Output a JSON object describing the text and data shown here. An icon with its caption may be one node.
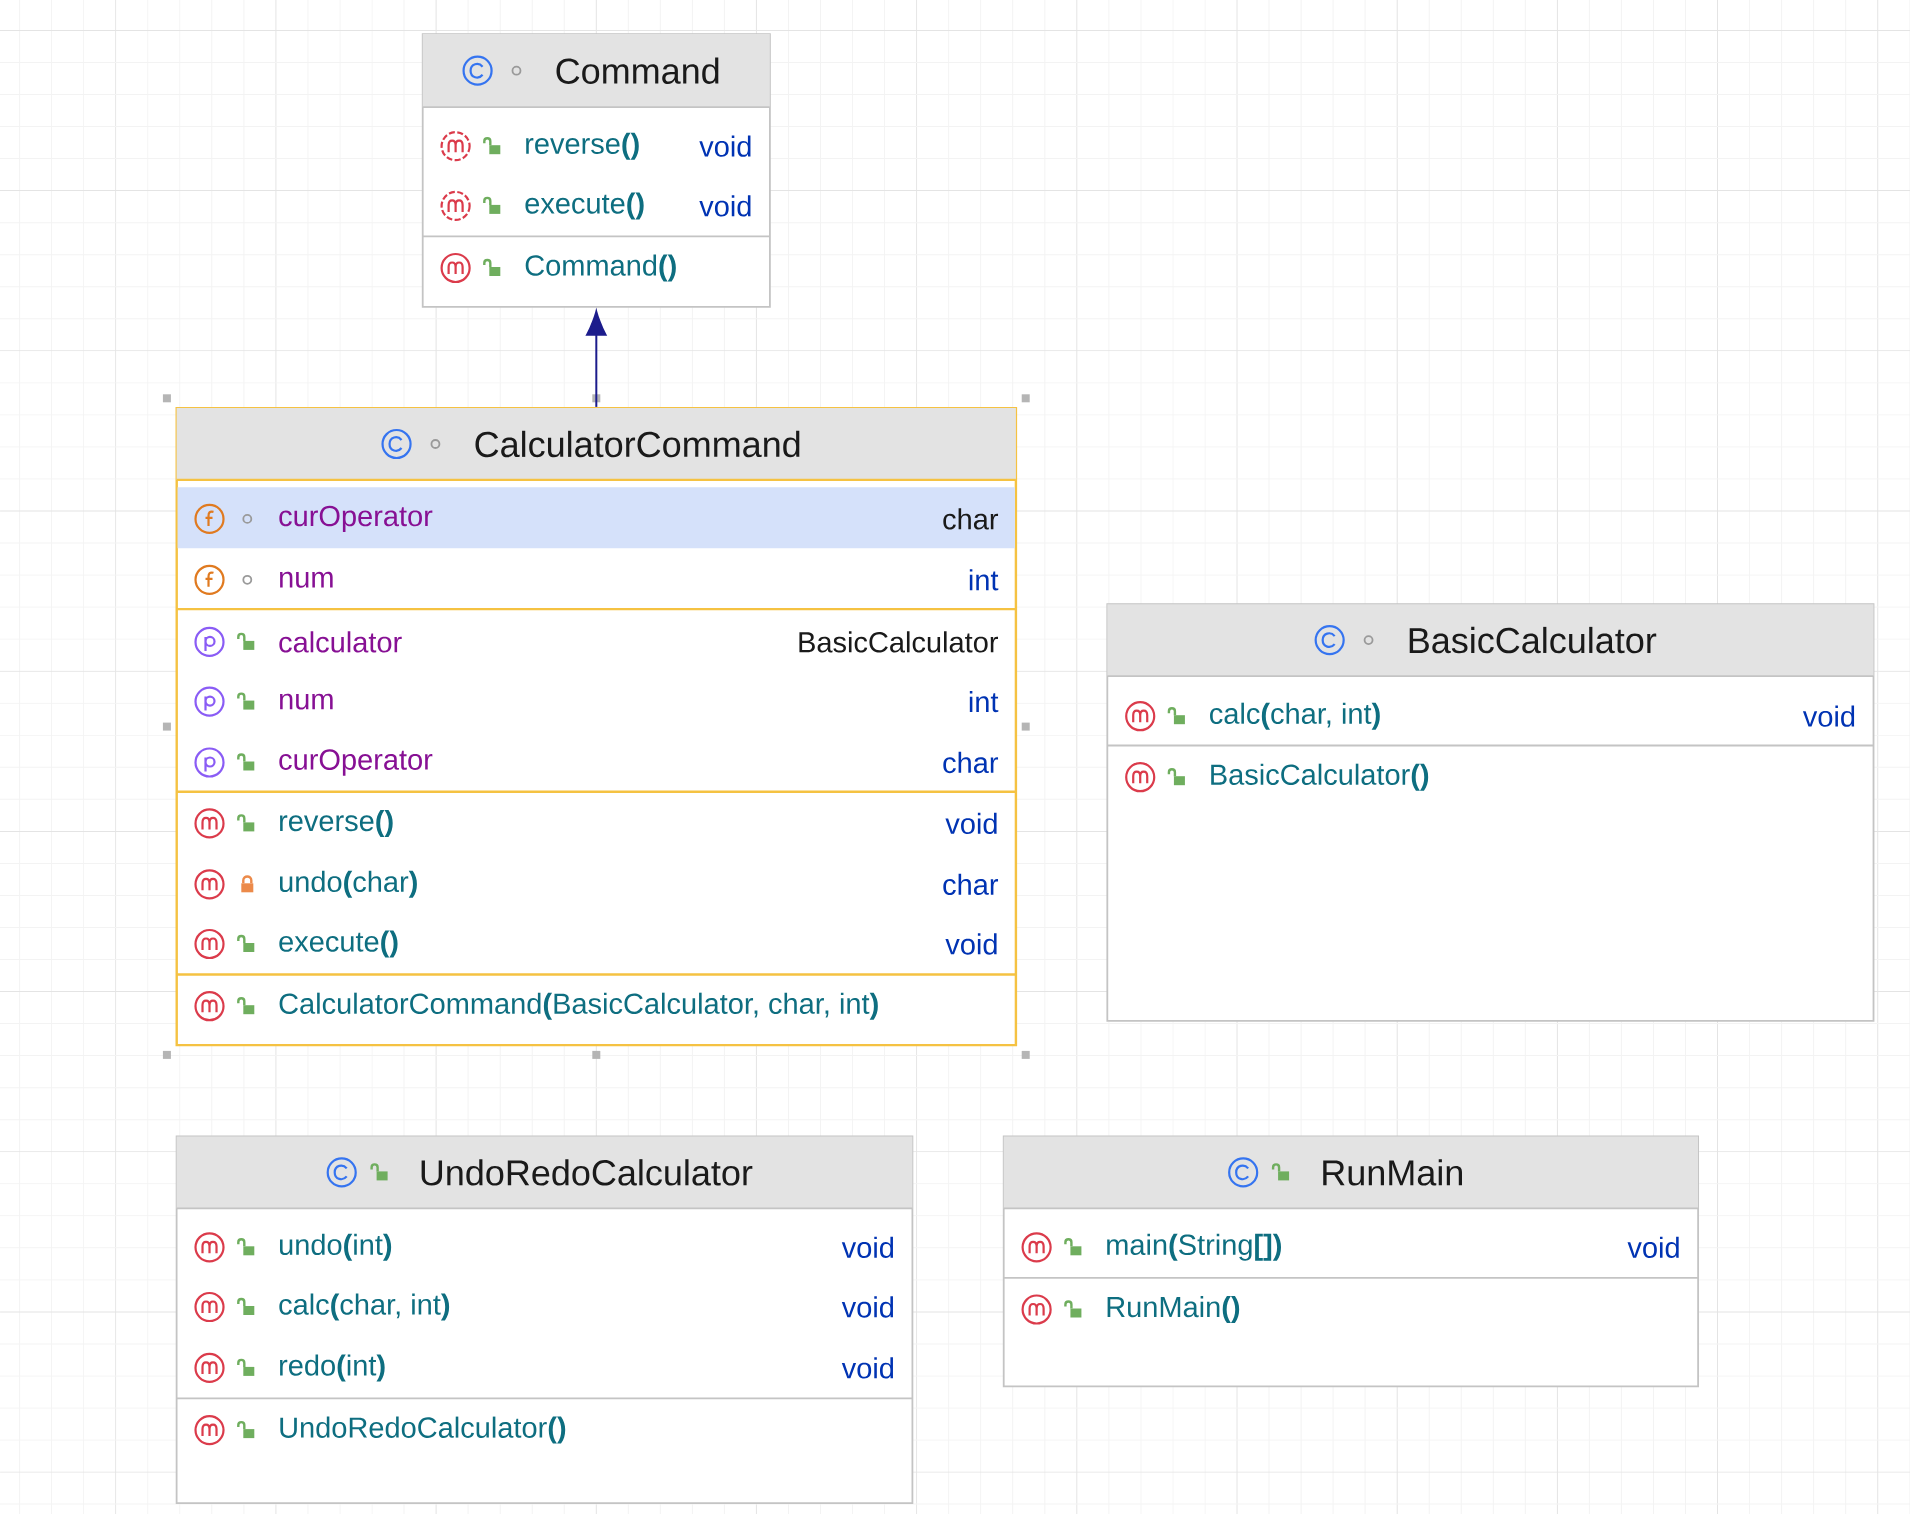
{
  "diagram": {
    "nodes": [
      {
        "text": [
          "Command",
          "reverse**()**",
          "void",
          "execute**()**",
          "void",
          "Command**()**"
        ]
      },
      {
        "text": [
          "CalculatorCommand",
          "curOperator",
          "char",
          "num",
          "int",
          "calculator",
          "BasicCalculator",
          "num",
          "int",
          "curOperator",
          "char",
          "reverse**()**",
          "void",
          "undo**(**char**)**",
          "char",
          "execute**()**",
          "void",
          "CalculatorCommand**(**BasicCalculator, char, int**)**"
        ]
      },
      {
        "text": [
          "BasicCalculator",
          "calc**(**char, int**)**",
          "void",
          "BasicCalculator**()**"
        ]
      },
      {
        "text": [
          "UndoRedoCalculator",
          "undo**(**int**)**",
          "void",
          "calc**(**char, int**)**",
          "void",
          "redo**(**int**)**",
          "void",
          "UndoRedoCalculator**()**"
        ]
      },
      {
        "text": [
          "RunMain",
          "main**(**String**[])**",
          "void",
          "RunMain**()**"
        ]
      }
    ],
    "edges": [
      {
        "from": 1,
        "to": 0,
        "arrow": "to"
      }
    ]
  }
}
